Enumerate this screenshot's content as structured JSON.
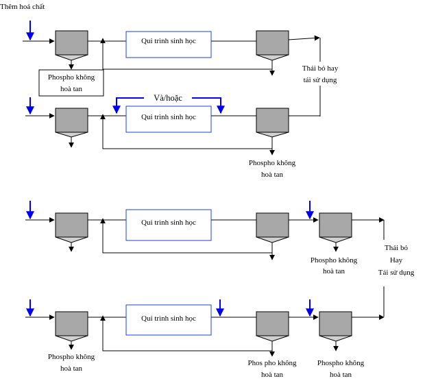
{
  "labels": {
    "add_chemical": "Thêm hoá chất",
    "bio_process": "Qui trình sinh học",
    "and_or": "Và/hoặc",
    "phosphorus_l1": "Phospho không",
    "phosphorus_l2": "hoà tan",
    "discharge1_l1": "Thải bỏ hay",
    "discharge1_l2": "tái sử dụng",
    "discharge2_l1": "Thải bỏ",
    "discharge2_l2": "Hay",
    "discharge2_l3": "Tái sử dụng",
    "phos_pho_l1": "Phos pho không"
  },
  "colors": {
    "chemical_arrow": "#0000ee",
    "process_box_border": "#1f3fd0",
    "tank_fill": "#a8a8a8"
  }
}
